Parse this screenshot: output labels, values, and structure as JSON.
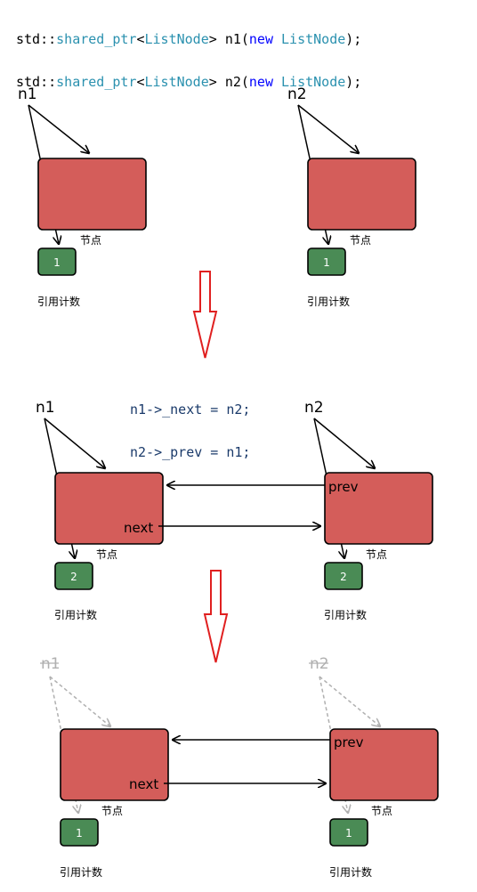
{
  "code_top": {
    "line1": {
      "a": "std::",
      "b": "shared_ptr",
      "c": "<",
      "d": "ListNode",
      "e": "> ",
      "f": "n1",
      "g": "(",
      "h": "new",
      "i": " ",
      "j": "ListNode",
      "k": ");"
    },
    "line2": {
      "a": "std::",
      "b": "shared_ptr",
      "c": "<",
      "d": "ListNode",
      "e": "> ",
      "f": "n2",
      "g": "(",
      "h": "new",
      "i": " ",
      "j": "ListNode",
      "k": ");"
    }
  },
  "code_mid": {
    "line1": "n1->_next = n2;",
    "line2": "n2->_prev = n1;"
  },
  "stage1": {
    "left": {
      "ptr": "n1",
      "node_label": "节点",
      "count": "1",
      "count_label": "引用计数"
    },
    "right": {
      "ptr": "n2",
      "node_label": "节点",
      "count": "1",
      "count_label": "引用计数"
    }
  },
  "stage2": {
    "left": {
      "ptr": "n1",
      "node_label": "节点",
      "count": "2",
      "count_label": "引用计数",
      "field": "next"
    },
    "right": {
      "ptr": "n2",
      "node_label": "节点",
      "count": "2",
      "count_label": "引用计数",
      "field": "prev"
    }
  },
  "stage3": {
    "left": {
      "ptr": "n1",
      "node_label": "节点",
      "count": "1",
      "count_label": "引用计数",
      "field": "next"
    },
    "right": {
      "ptr": "n2",
      "node_label": "节点",
      "count": "1",
      "count_label": "引用计数",
      "field": "prev"
    }
  },
  "colors": {
    "node": "#d45d5a",
    "count": "#4a8b55",
    "arrow_down": "#e02020",
    "faded": "#b0b0b0"
  }
}
